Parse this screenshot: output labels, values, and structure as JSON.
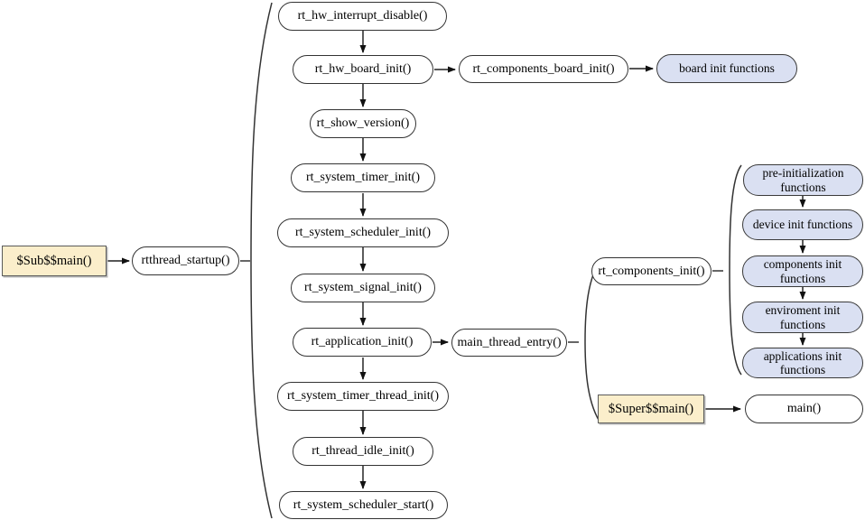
{
  "colors": {
    "process_fill": "#ffffff",
    "callout_fill": "#dae0f2",
    "entry_fill": "#fbeecb",
    "border": "#333333",
    "arrow": "#3f3f3f"
  },
  "nodes": [
    {
      "id": "sub-main",
      "label": "$Sub$$main()"
    },
    {
      "id": "rtthread-startup",
      "label": "rtthread_startup()"
    },
    {
      "id": "rt-hw-interrupt-disable",
      "label": "rt_hw_interrupt_disable()"
    },
    {
      "id": "rt-hw-board-init",
      "label": "rt_hw_board_init()"
    },
    {
      "id": "rt-components-board-init",
      "label": "rt_components_board_init()"
    },
    {
      "id": "board-init-functions",
      "label": "board init functions"
    },
    {
      "id": "rt-show-version",
      "label": "rt_show_version()"
    },
    {
      "id": "rt-system-timer-init",
      "label": "rt_system_timer_init()"
    },
    {
      "id": "rt-system-scheduler-init",
      "label": "rt_system_scheduler_init()"
    },
    {
      "id": "rt-system-signal-init",
      "label": "rt_system_signal_init()"
    },
    {
      "id": "rt-application-init",
      "label": "rt_application_init()"
    },
    {
      "id": "main-thread-entry",
      "label": "main_thread_entry()"
    },
    {
      "id": "rt-system-timer-thread-init",
      "label": "rt_system_timer_thread_init()"
    },
    {
      "id": "rt-thread-idle-init",
      "label": "rt_thread_idle_init()"
    },
    {
      "id": "rt-system-scheduler-start",
      "label": "rt_system_scheduler_start()"
    },
    {
      "id": "rt-components-init",
      "label": "rt_components_init()"
    },
    {
      "id": "super-main",
      "label": "$Super$$main()"
    },
    {
      "id": "main",
      "label": "main()"
    },
    {
      "id": "pre-initialization-functions",
      "label": "pre-initialization functions"
    },
    {
      "id": "device-init-functions",
      "label": "device init functions"
    },
    {
      "id": "components-init-functions",
      "label": "components init functions"
    },
    {
      "id": "enviroment-init-functions",
      "label": "enviroment init functions"
    },
    {
      "id": "applications-init-functions",
      "label": "applications init functions"
    }
  ]
}
